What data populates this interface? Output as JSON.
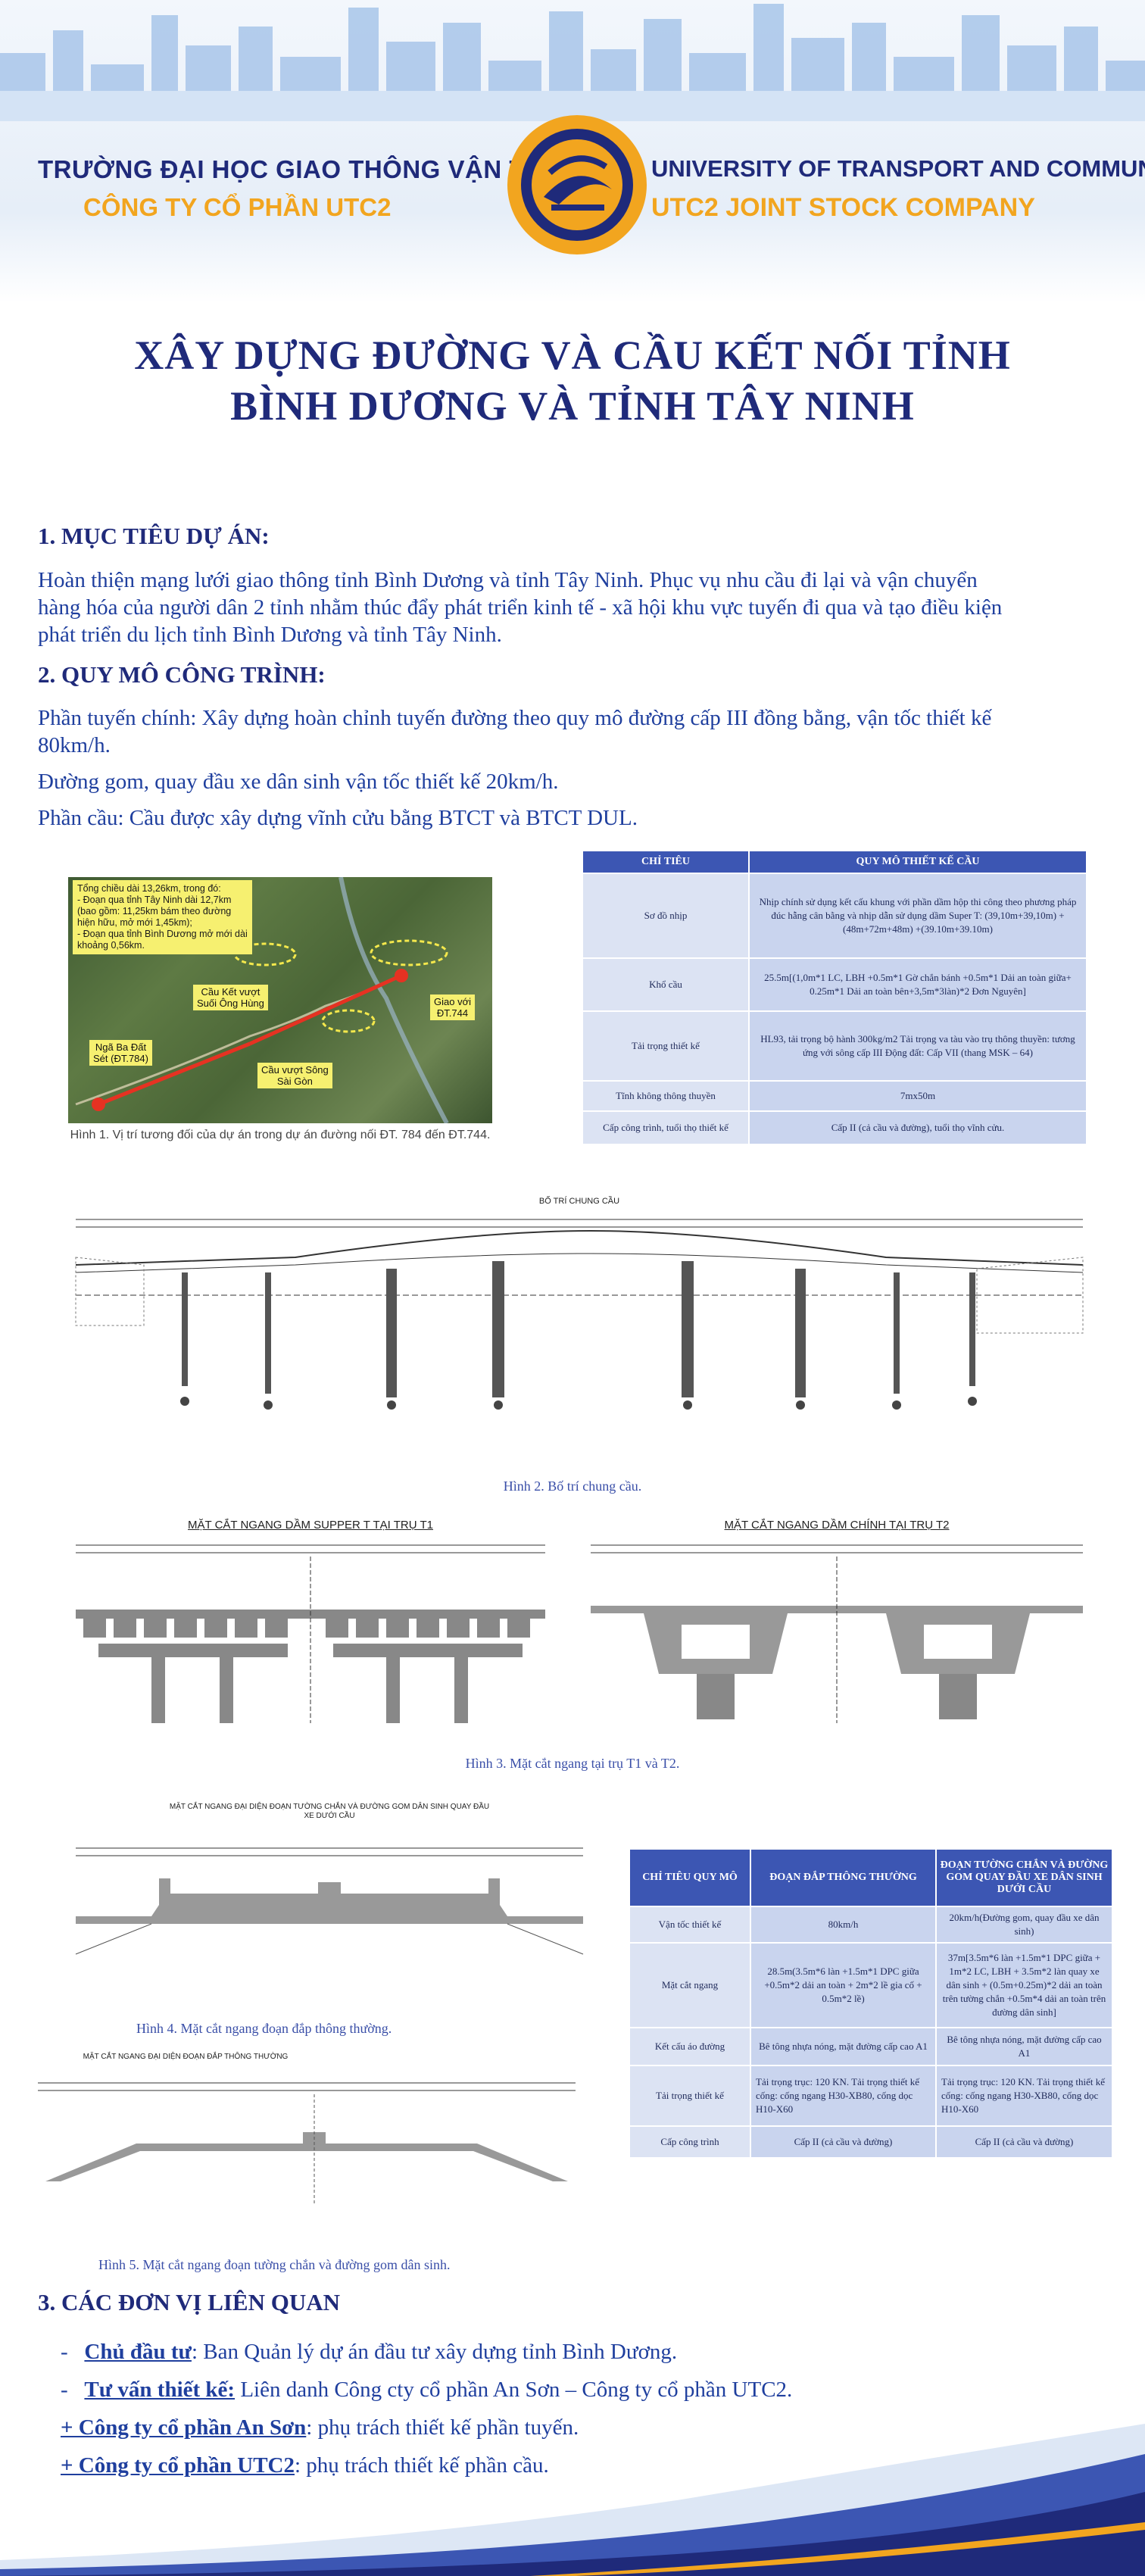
{
  "header": {
    "uni_vn": "TRƯỜNG ĐẠI HỌC GIAO THÔNG VẬN TẢI",
    "company_vn": "CÔNG TY CỔ PHẦN UTC2",
    "uni_en": "UNIVERSITY OF TRANSPORT AND COMMUNICATIONS",
    "company_en": "UTC2 JOINT STOCK COMPANY"
  },
  "title": {
    "line1": "XÂY DỰNG ĐƯỜNG VÀ CẦU KẾT NỐI TỈNH",
    "line2": "BÌNH DƯƠNG VÀ TỈNH TÂY NINH"
  },
  "section1": {
    "heading": "1.   MỤC TIÊU DỰ ÁN:",
    "lines": [
      "Hoàn thiện mạng lưới giao thông tỉnh Bình Dương và tỉnh Tây Ninh. Phục vụ nhu cầu đi lại và vận chuyển",
      "hàng hóa của người dân 2 tỉnh nhằm thúc đẩy phát triển kinh tế - xã hội khu vực tuyến đi qua và tạo điều kiện",
      "phát triển du lịch tỉnh Bình Dương và tỉnh Tây Ninh."
    ]
  },
  "section2": {
    "heading": "2.   QUY MÔ CÔNG TRÌNH:",
    "p1_line1": "Phần tuyến chính: Xây dựng hoàn chỉnh tuyến đường theo quy mô đường cấp III đồng bằng, vận tốc thiết kế",
    "p1_line2": "80km/h.",
    "p2": "Đường gom, quay đầu xe dân sinh vận tốc thiết kế 20km/h.",
    "p3": "Phần cầu: Cầu được xây dựng vĩnh cửu bằng BTCT và BTCT DUL."
  },
  "map": {
    "info_lines": [
      "Tổng chiều dài 13,26km, trong đó:",
      "- Đoạn qua tỉnh Tây Ninh dài 12,7km",
      "(bao gồm: 11,25km bám theo đường",
      "hiện hữu, mở mới 1,45km);",
      "- Đoạn qua tỉnh Bình Dương mở mới dài",
      "khoảng 0,56km."
    ],
    "label_bridge1": [
      "Cầu Kết vượt",
      "Suối Ông Hùng"
    ],
    "label_junction": [
      "Giao với",
      "ĐT.744"
    ],
    "label_start": [
      "Ngã Ba Đất",
      "Sét (ĐT.784)"
    ],
    "label_bridge2": [
      "Cầu vượt Sông",
      "Sài Gòn"
    ],
    "caption": "Hình 1. Vị trí tương đối của dự án trong dự án đường nối ĐT. 784 đến ĐT.744."
  },
  "table1": {
    "headers": [
      "CHỈ TIÊU",
      "QUY MÔ THIẾT KẾ CẦU"
    ],
    "rows": [
      [
        "Sơ đồ nhịp",
        "Nhịp chính sử dụng kết cấu khung với phần dầm hộp thi công theo phương pháp đúc hẫng cân bằng và nhịp dẫn sử dụng dầm Super T: (39,10m+39,10m) +(48m+72m+48m) +(39.10m+39.10m)"
      ],
      [
        "Khổ cầu",
        "25.5m[(1,0m*1 LC, LBH +0.5m*1 Gờ chắn bánh +0.5m*1 Dải an toàn giữa+ 0.25m*1 Dải an toàn bên+3,5m*3làn)*2 Đơn Nguyên]"
      ],
      [
        "Tải trọng thiết kế",
        "HL93, tải trọng bộ hành 300kg/m2 Tải trọng va tàu vào trụ thông thuyền: tương ứng với sông cấp III Động đất: Cấp VII (thang MSK – 64)"
      ],
      [
        "Tĩnh không thông thuyền",
        "7mx50m"
      ],
      [
        "Cấp công trình, tuổi thọ thiết kế",
        "Cấp II (cả cầu và đường), tuổi thọ vĩnh cửu."
      ]
    ]
  },
  "fig2": {
    "title": "BỐ TRÍ CHUNG CẦU",
    "caption": "Hình 2. Bố trí chung cầu."
  },
  "fig3": {
    "title_left": "MẶT CẮT NGANG DẦM SUPPER T TẠI TRỤ T1",
    "title_right": "MẶT CẮT NGANG DẦM CHÍNH TẠI TRỤ T2",
    "caption": "Hình 3. Mặt cắt ngang tại trụ T1 và T2."
  },
  "fig4": {
    "title": "MẶT CẮT NGANG ĐẠI DIỆN ĐOẠN TƯỜNG CHẮN VÀ ĐƯỜNG GOM DÂN SINH QUAY ĐẦU XE DƯỚI CẦU",
    "caption": "Hình 4. Mặt cắt ngang đoạn đắp thông thường."
  },
  "fig5": {
    "title": "MẶT CẮT NGANG ĐẠI DIỆN ĐOẠN ĐẮP THÔNG THƯỜNG",
    "caption": "Hình 5. Mặt cắt ngang đoạn tường chắn và đường gom dân sinh."
  },
  "table2": {
    "headers": [
      "CHỈ TIÊU QUY MÔ",
      "ĐOẠN ĐẮP THÔNG THƯỜNG",
      "ĐOẠN TƯỜNG CHẮN VÀ ĐƯỜNG GOM QUAY ĐẦU XE DÂN SINH DƯỚI CẦU"
    ],
    "rows": [
      [
        "Vận tốc thiết kế",
        "80km/h",
        "20km/h(Đường gom, quay đầu xe dân sinh)"
      ],
      [
        "Mặt cắt ngang",
        "28.5m(3.5m*6 làn +1.5m*1 DPC giữa +0.5m*2 dải an toàn + 2m*2 lề gia cố + 0.5m*2 lề)",
        "37m[3.5m*6 làn +1.5m*1 DPC giữa + 1m*2 LC, LBH + 3.5m*2 làn quay xe dân sinh + (0.5m+0.25m)*2 dải an toàn trên tường chắn +0.5m*4 dải an toàn trên đường dân sinh]"
      ],
      [
        "Kết cấu áo đường",
        "Bê tông nhựa nóng, mặt đường cấp cao A1",
        "Bê tông nhựa nóng, mặt đường cấp cao A1"
      ],
      [
        "Tải trọng thiết kế",
        "Tải trọng trục: 120 KN. Tải trọng thiết kế cống: cống ngang H30-XB80, cống dọc H10-X60",
        "Tải trọng trục: 120 KN. Tải trọng thiết kế cống: cống ngang H30-XB80, cống dọc H10-X60"
      ],
      [
        "Cấp công trình",
        "Cấp II (cả cầu và đường)",
        "Cấp II (cả cầu và đường)"
      ]
    ]
  },
  "section3": {
    "heading": "3. CÁC ĐƠN VỊ LIÊN QUAN",
    "items": [
      {
        "bullet": "-",
        "label": "Chủ đầu tư",
        "text": ": Ban Quản lý dự án đầu tư xây dựng tỉnh Bình Dương."
      },
      {
        "bullet": "-",
        "label": "Tư vấn thiết kế:",
        "text": " Liên danh Công cty cổ phần An Sơn – Công ty cổ phần UTC2."
      },
      {
        "bullet": "",
        "label": "+ Công ty cổ phần An Sơn",
        "text": ": phụ trách thiết kế phần tuyến."
      },
      {
        "bullet": "",
        "label": "+ Công ty cổ phần UTC2",
        "text": ": phụ trách thiết kế phần cầu."
      }
    ]
  },
  "colors": {
    "navy": "#1f2a7a",
    "gold": "#f2a51f",
    "table_header": "#3c56b3",
    "table_cell": "#c9d4ee"
  }
}
